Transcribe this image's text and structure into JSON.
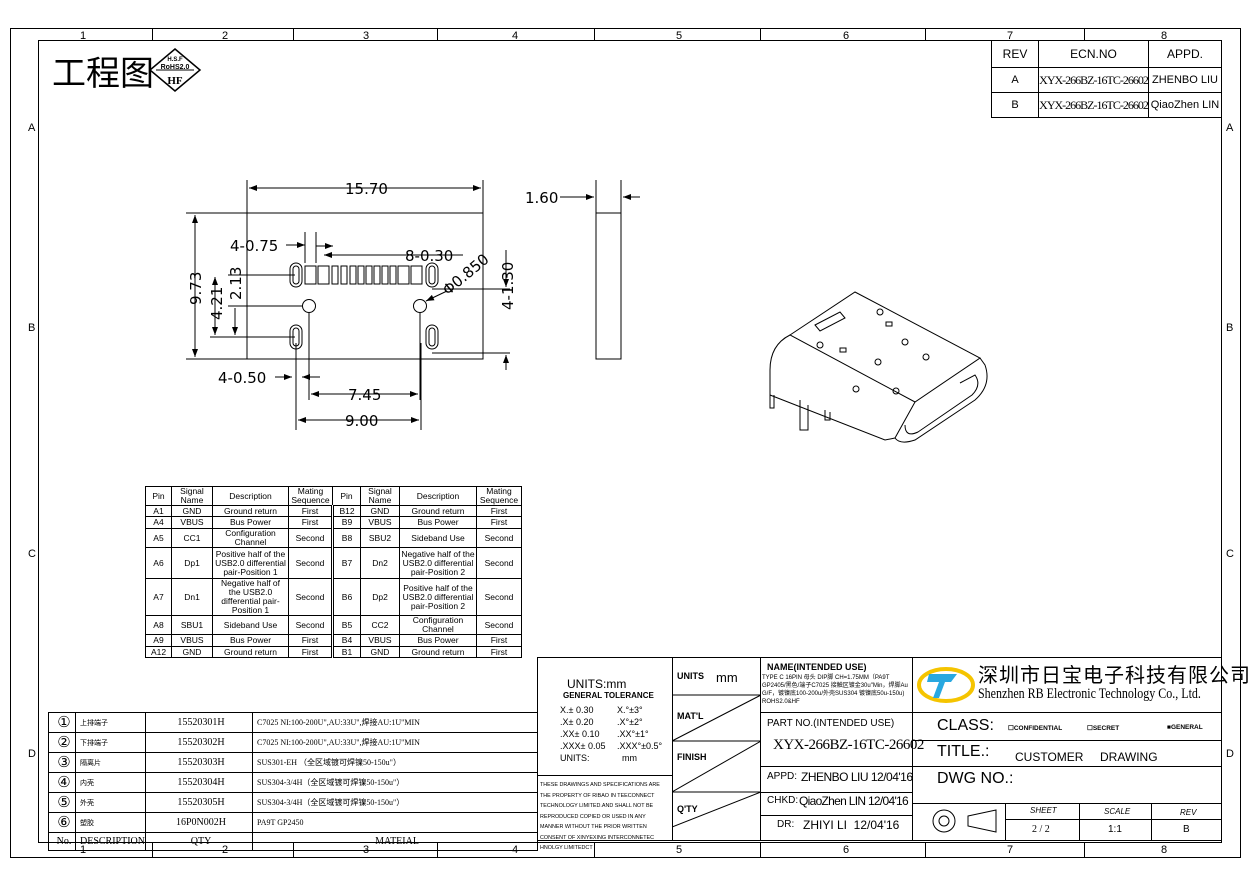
{
  "zones": {
    "cols": [
      "1",
      "2",
      "3",
      "4",
      "5",
      "6",
      "7",
      "8"
    ],
    "rows": [
      "A",
      "B",
      "C",
      "D"
    ]
  },
  "header": {
    "title": "工程图",
    "badge": {
      "top": "H.S.F",
      "middle": "RoHS2.0",
      "bottom": "HF"
    }
  },
  "revisions": {
    "headers": [
      "REV",
      "ECN.NO",
      "APPD."
    ],
    "rows": [
      [
        "A",
        "XYX-266BZ-16TC-26602",
        "ZHENBO LIU"
      ],
      [
        "B",
        "XYX-266BZ-16TC-26602",
        "QiaoZhen LIN"
      ]
    ]
  },
  "dimensions": {
    "width": "15.70",
    "height": "9.73",
    "pad_width": "4-0.75",
    "pin_width": "8-0.30",
    "hole": "Φ0.850",
    "slot_len": "4-1.30",
    "d421": "4.21",
    "d213": "2.13",
    "slot_width": "4-0.50",
    "hole_pitch": "7.45",
    "slot_pitch": "9.00",
    "thickness": "1.60"
  },
  "pin_table": {
    "headers": [
      "Pin",
      "Signal Name",
      "Description",
      "Mating Sequence",
      "Pin",
      "Signal Name",
      "Description",
      "Mating Sequence"
    ],
    "rows": [
      [
        "A1",
        "GND",
        "Ground return",
        "First",
        "B12",
        "GND",
        "Ground return",
        "First"
      ],
      [
        "A4",
        "VBUS",
        "Bus Power",
        "First",
        "B9",
        "VBUS",
        "Bus Power",
        "First"
      ],
      [
        "A5",
        "CC1",
        "Configuration Channel",
        "Second",
        "B8",
        "SBU2",
        "Sideband Use",
        "Second"
      ],
      [
        "A6",
        "Dp1",
        "Positive half of the USB2.0 differential pair-Position 1",
        "Second",
        "B7",
        "Dn2",
        "Negative half of the USB2.0 differential pair-Position 2",
        "Second"
      ],
      [
        "A7",
        "Dn1",
        "Negative half of the USB2.0 differential pair-Position 1",
        "Second",
        "B6",
        "Dp2",
        "Positive half of the USB2.0 differential pair-Position 2",
        "Second"
      ],
      [
        "A8",
        "SBU1",
        "Sideband Use",
        "Second",
        "B5",
        "CC2",
        "Configuration Channel",
        "Second"
      ],
      [
        "A9",
        "VBUS",
        "Bus Power",
        "First",
        "B4",
        "VBUS",
        "Bus Power",
        "First"
      ],
      [
        "A12",
        "GND",
        "Ground return",
        "First",
        "B1",
        "GND",
        "Ground return",
        "First"
      ]
    ]
  },
  "bom": {
    "rows": [
      [
        "①",
        "上排端子",
        "15520301H",
        "C7025 NI:100-200U\",AU:33U\",焊接AU:1U\"MIN"
      ],
      [
        "②",
        "下排端子",
        "15520302H",
        "C7025 NI:100-200U\",AU:33U\",焊接AU:1U\"MIN"
      ],
      [
        "③",
        "隔离片",
        "15520303H",
        "SUS301-EH （全区域镀可焊镍50-150u\"）"
      ],
      [
        "④",
        "内壳",
        "15520304H",
        "SUS304-3/4H（全区域镀可焊镍50-150u\"）"
      ],
      [
        "⑤",
        "外壳",
        "15520305H",
        "SUS304-3/4H（全区域镀可焊镍50-150u\"）"
      ],
      [
        "⑥",
        "塑胶",
        "16P0N002H",
        "PA9T GP2450"
      ]
    ],
    "headers": [
      "No.",
      "DESCRIPTION",
      "QTY",
      "MATEIAL"
    ]
  },
  "title_block": {
    "units_title": "UNITS:mm",
    "general_tolerance": "GENERAL TOLERANCE",
    "tolerances": [
      [
        "X.± 0.30",
        "X.°±3°"
      ],
      [
        ".X± 0.20",
        ".X°±2°"
      ],
      [
        ".XX± 0.10",
        ".XX°±1°"
      ],
      [
        ".XXX± 0.05",
        ".XXX°±0.5°"
      ],
      [
        "UNITS:",
        "mm"
      ]
    ],
    "disclaimer": "THESE DRAWINGS AND SPECIFICATIONS ARE THE PROPERTY OF RIBAO IN TEECONNECT TECHNOLOGY LIMITED.AND SHALL NOT BE REPRODUCED COPIED OR USED IN ANY MANNER WITHOUT THE PRIOR WRITTEN CONSENT OF XINYEXING INTERCONNETEC HNOLGY LIMITEDCT",
    "units_label": "UNITS",
    "units_value": "mm",
    "matl": "MAT'L",
    "finish": "FINISH",
    "qty": "Q'TY",
    "name_label": "NAME(INTENDED USE)",
    "name_value": "TYPE C 16PIN 母头 DIP脚 CH=1.75MM（PA9T GP2405/黑色/端子C7025 接触区镀金30u\"Min，焊脚Au G/F，镀镍底100-200u/外壳SUS304 镀镍底50u-150u) ROHS2.0&HF",
    "part_label": "PART NO.(INTENDED USE)",
    "part_no": "XYX-266BZ-16TC-26602",
    "appd_label": "APPD:",
    "appd": "ZHENBO LIU 12/04'16",
    "chkd_label": "CHKD:",
    "chkd": "QiaoZhen LIN 12/04'16",
    "dr_label": "DR:",
    "dr": "ZHIYI LI  12/04'16",
    "company_cn": "深圳市日宝电子科技有限公司",
    "company_en": "Shenzhen RB Electronic Technology Co., Ltd.",
    "class_label": "CLASS:",
    "class_options": [
      "CONFIDENTIAL",
      "SECRET",
      "GENERAL"
    ],
    "title_label": "TITLE.:",
    "title_value1": "CUSTOMER",
    "title_value2": "DRAWING",
    "dwg_label": "DWG NO.:",
    "sheet_label": "SHEET",
    "sheet": "2 / 2",
    "scale_label": "SCALE",
    "scale": "1:1",
    "rev_label": "REV",
    "rev": "B"
  }
}
